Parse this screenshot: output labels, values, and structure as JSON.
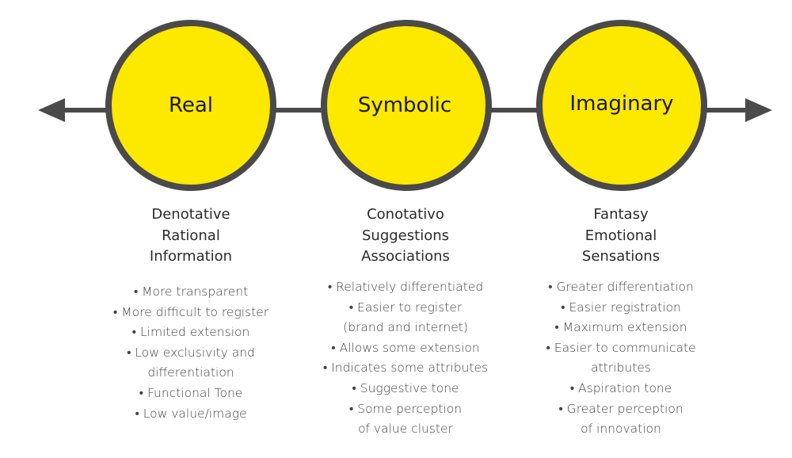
{
  "colors": {
    "circle_fill": "#fde800",
    "circle_stroke": "#4a4a4a",
    "axis": "#4a4a4a"
  },
  "nodes": [
    {
      "label": "Real",
      "headings": [
        "Denotative",
        "Rational",
        "Information"
      ],
      "bullets": [
        "• More transparent",
        "• More difficult to register",
        "• Limited extension",
        "• Low exclusivity and",
        "differentiation",
        "• Functional Tone",
        "• Low value/image"
      ]
    },
    {
      "label": "Symbolic",
      "headings": [
        "Conotativo",
        "Suggestions",
        "Associations"
      ],
      "bullets": [
        "• Relatively differentiated",
        "• Easier to register",
        "(brand and internet)",
        "• Allows some extension",
        "• Indicates some attributes",
        "• Suggestive tone",
        "• Some perception",
        "of value cluster"
      ]
    },
    {
      "label": "Imaginary",
      "headings": [
        "Fantasy",
        "Emotional",
        "Sensations"
      ],
      "bullets": [
        "• Greater differentiation",
        "• Easier registration",
        "• Maximum extension",
        "• Easier to communicate",
        "attributes",
        "• Aspiration tone",
        "• Greater perception",
        "of innovation"
      ]
    }
  ]
}
